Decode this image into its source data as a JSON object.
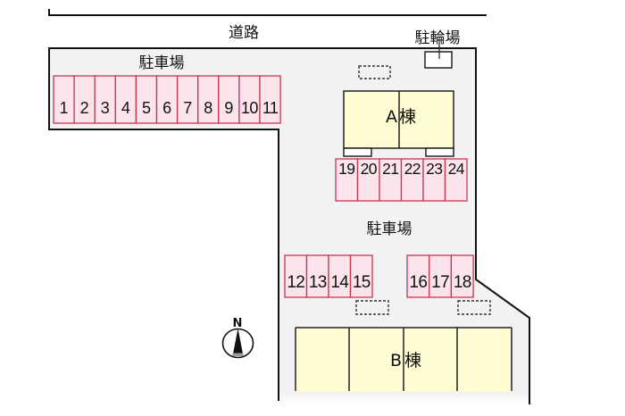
{
  "road_label": "道路",
  "bicycle_parking_label": "駐輪場",
  "parking_area_labels": {
    "north_west": "駐車場",
    "center": "駐車場"
  },
  "buildings": {
    "a": {
      "label": "A棟"
    },
    "b": {
      "label": "B棟"
    }
  },
  "parking_spaces": {
    "west": [
      "1",
      "2",
      "3",
      "4",
      "5",
      "6",
      "7",
      "8",
      "9",
      "10",
      "11"
    ],
    "north": [
      "19",
      "20",
      "21",
      "22",
      "23",
      "24"
    ],
    "south_west": [
      "12",
      "13",
      "14",
      "15"
    ],
    "south_east": [
      "16",
      "17",
      "18"
    ]
  },
  "compass": {
    "label": "N"
  },
  "colors": {
    "lot_fill": "#f2f2f2",
    "parking_fill": "#fbe4eb",
    "parking_border": "#c7364f",
    "building_fill": "#fffbd2",
    "line": "#111111"
  }
}
